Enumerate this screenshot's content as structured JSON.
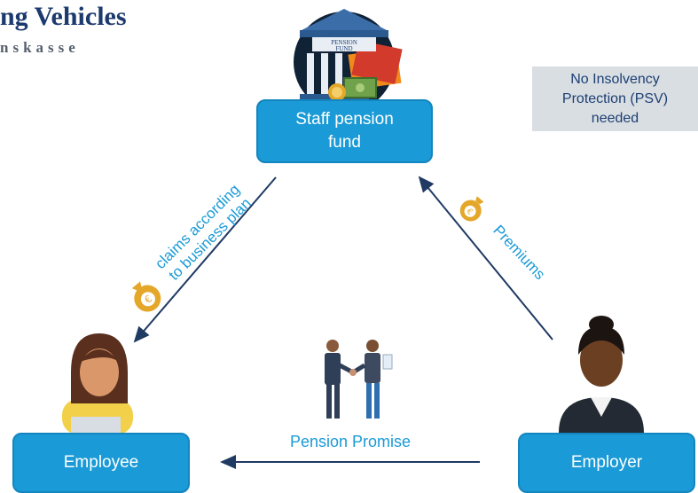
{
  "header": {
    "title": "ng Vehicles",
    "subtitle": "nskasse"
  },
  "fund_icon": {
    "caption_line1": "PENSION",
    "caption_line2": "FUND"
  },
  "boxes": {
    "fund_line1": "Staff pension",
    "fund_line2": "fund",
    "employee": "Employee",
    "employer": "Employer"
  },
  "note": {
    "line1": "No Insolvency",
    "line2": "Protection (PSV)",
    "line3": "needed"
  },
  "labels": {
    "claims_line1": "claims according",
    "claims_line2": "to business plan",
    "premiums": "Premiums",
    "promise": "Pension Promise"
  },
  "icons": {
    "money_bag": "money-bag-euro-icon",
    "handshake": "handshake-icon",
    "employee_person": "employee-avatar-icon",
    "employer_person": "employer-avatar-icon",
    "bank": "bank-building-icon"
  },
  "colors": {
    "box_fill": "#1a9ad6",
    "arrow": "#1f3a63",
    "label": "#1a9ad6",
    "note_bg": "#d9dee3",
    "note_text": "#1c3f73",
    "bag": "#e4a72a"
  }
}
